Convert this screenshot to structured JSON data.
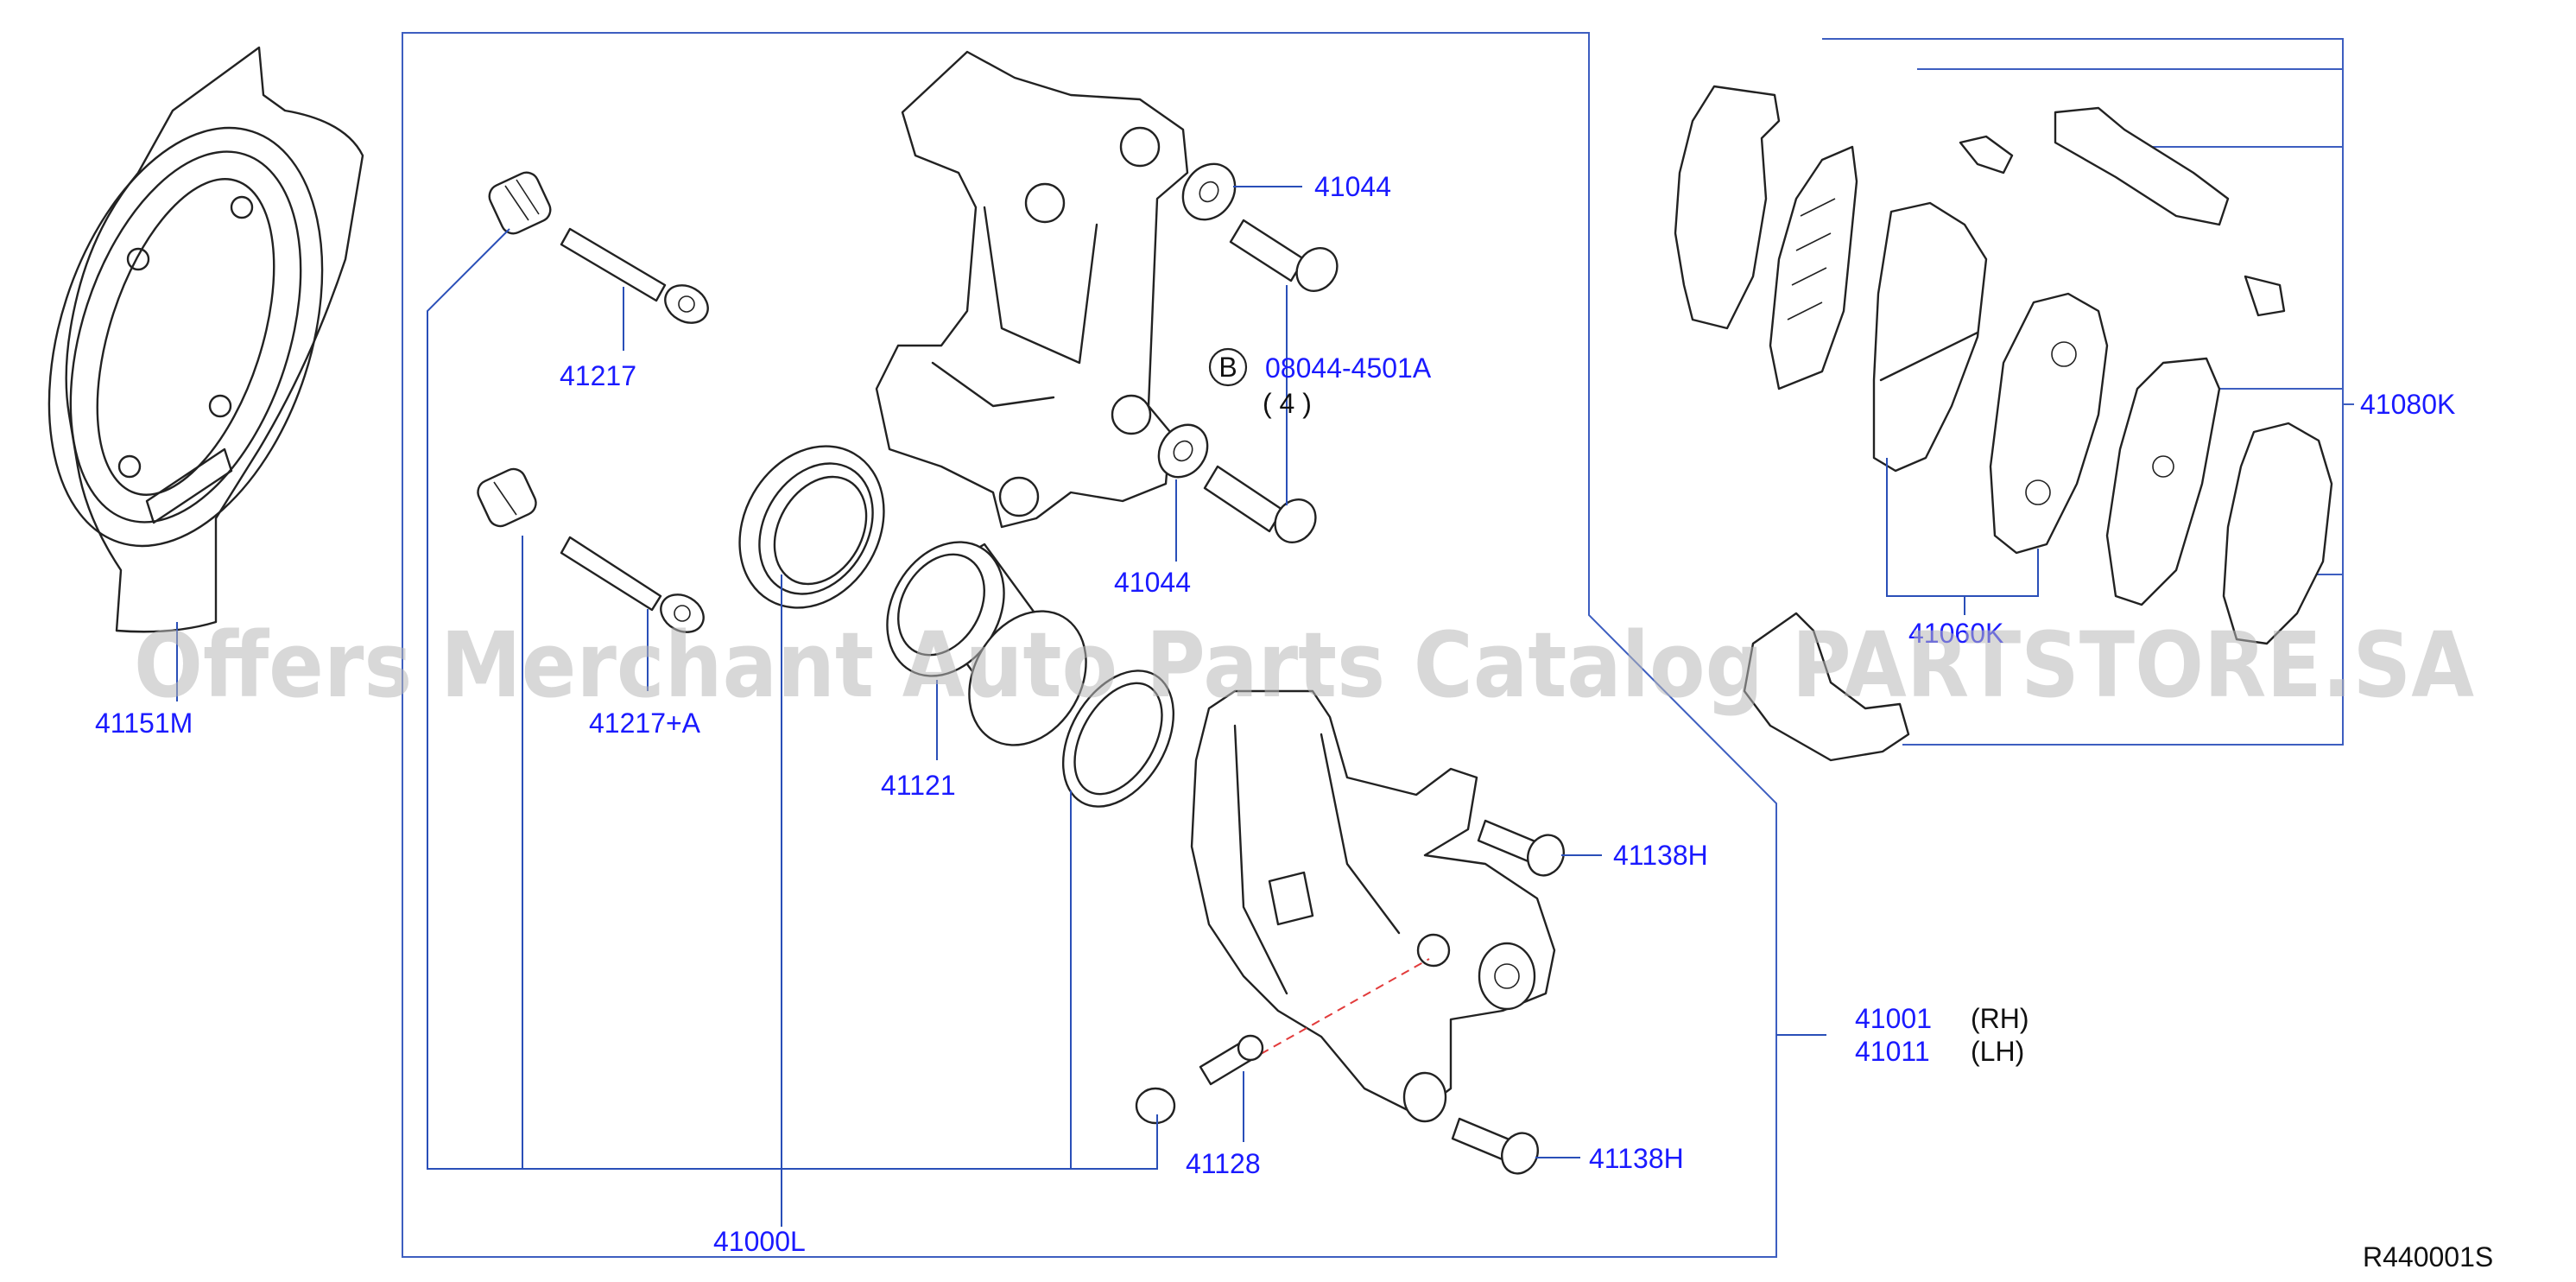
{
  "diagram": {
    "watermark": "Offers Merchant Auto Parts Catalog PARTSTORE.SA",
    "reference_code": "R440001S",
    "callout_b": "B",
    "labels": {
      "p41151m": "41151M",
      "p41217": "41217",
      "p41217a": "41217+A",
      "p41000l": "41000L",
      "p41121": "41121",
      "p41044_top": "41044",
      "p41044_bottom": "41044",
      "p08044": "08044-4501A",
      "qty4": "( 4 )",
      "p41138h_top": "41138H",
      "p41138h_bottom": "41138H",
      "p41128": "41128",
      "p41001": "41001",
      "rh": "(RH)",
      "p41011": "41011",
      "lh": "(LH)",
      "p41080k": "41080K",
      "p41060k": "41060K"
    }
  }
}
